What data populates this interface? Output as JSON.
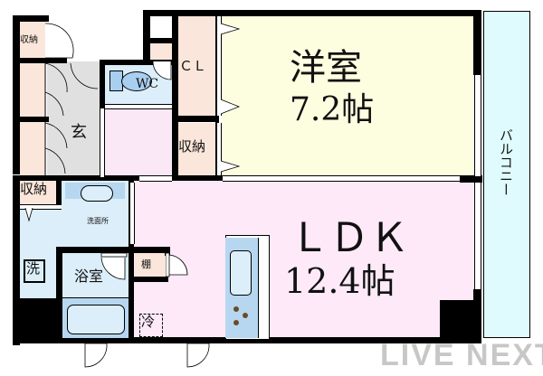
{
  "floor_plan": {
    "rooms": {
      "western": {
        "name": "洋室",
        "size": "7.2帖"
      },
      "ldk": {
        "name": "ＬＤＫ",
        "size": "12.4帖"
      },
      "entrance": {
        "name": "玄"
      },
      "wc": {
        "name": "WC"
      },
      "closet": {
        "name": "ＣＬ"
      },
      "storage_top_left": {
        "name": "収納"
      },
      "storage_mid": {
        "name": "収納"
      },
      "storage_left": {
        "name": "収納"
      },
      "washroom": {
        "name": "洗面所"
      },
      "bathroom": {
        "name": "浴室"
      },
      "shelf": {
        "name": "棚"
      },
      "washer": {
        "name": "洗"
      },
      "fridge": {
        "name": "冷"
      },
      "balcony": {
        "name": "バルコニー"
      }
    },
    "watermark": "LIVE NEXT"
  },
  "colors": {
    "wall": "#000000",
    "storage": "#fae6da",
    "entrance": "#e0e0e0",
    "wet_area": "#dbeefa",
    "western_room": "#fdfde0",
    "ldk": "#fde9f8",
    "balcony": "#e0fbfd"
  }
}
